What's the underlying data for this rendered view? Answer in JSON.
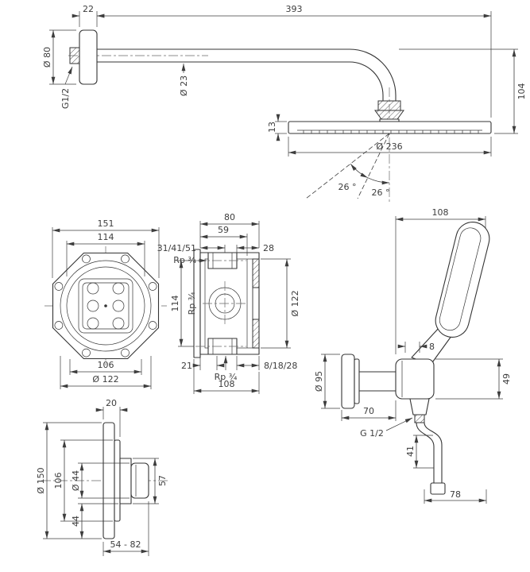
{
  "page": {
    "background": "#ffffff",
    "ink": "#3d3d3d"
  },
  "views": {
    "overhead": {
      "title": "overhead-shower-with-arm-side-view",
      "dims": {
        "flange_depth": "22",
        "arm_length": "393",
        "flange_dia": "Ø 80",
        "wall_thread": "G1/2",
        "arm_dia": "Ø 23",
        "head_height": "104",
        "rim_height": "13",
        "head_dia": "Ø 236",
        "swivel_left": "26 °",
        "swivel_right": "26 °"
      }
    },
    "ibox_front": {
      "title": "concealed-basic-set-front-view",
      "dims": {
        "outer_width": "151",
        "inner_dia": "114",
        "cutout_width": "106",
        "body_dia": "Ø 122"
      }
    },
    "ibox_section": {
      "title": "concealed-basic-set-section-view",
      "dims": {
        "body_width": "80",
        "inner_width": "59",
        "depth_options": "31/41/51",
        "edge_offset": "28",
        "thread_top": "Rp ¾",
        "port_spacing": "114",
        "thread_side": "Rp ¾",
        "bottom_offset": "21",
        "thread_bottom": "Rp ¾",
        "wall_offsets": "8/18/28",
        "total_depth": "108",
        "opening_dia": "Ø 122"
      }
    },
    "hand_shower": {
      "title": "hand-shower-with-holder-side-view",
      "dims": {
        "span": "108",
        "gap": "8",
        "holder_height": "49",
        "flange_dia": "Ø 95",
        "holder_depth": "70",
        "outlet_thread": "G 1/2",
        "fitting_length": "41",
        "projection": "78"
      }
    },
    "thermostat": {
      "title": "thermostat-trim-side-view",
      "dims": {
        "plate_depth": "20",
        "plate_dia": "Ø 150",
        "dome_dia": "106",
        "handle_dia": "Ø 44",
        "bottom_offset": "44",
        "sleeve_height": "57",
        "projection_range": "54 - 82"
      }
    }
  }
}
